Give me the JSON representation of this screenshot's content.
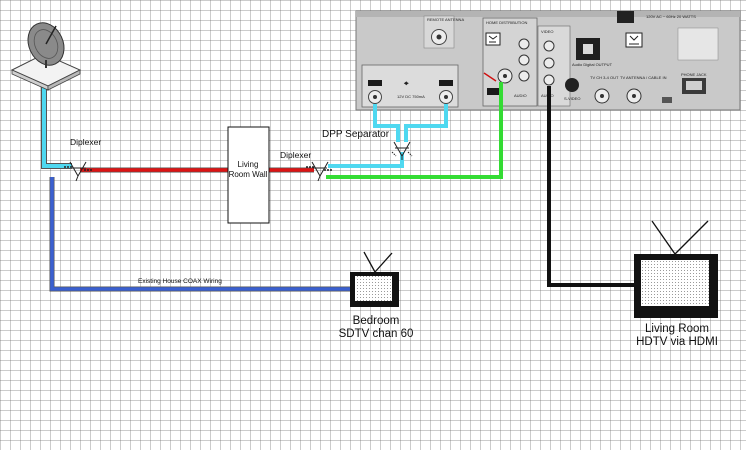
{
  "labels": {
    "diplexer_left": "Diplexer",
    "diplexer_right": "Diplexer",
    "dpp_separator": "DPP Separator",
    "living_room_wall": "Living Room Wall",
    "existing_wiring": "Existing House COAX Wiring",
    "bedroom_tv": [
      "Bedroom",
      "SDTV chan 60"
    ],
    "living_room_tv": [
      "Living Room",
      "HDTV via HDMI"
    ]
  },
  "receiver_panel": {
    "remote_antenna": "REMOTE ANTENNA",
    "home_distribution": "HOME DISTRIBUTION",
    "video": "VIDEO",
    "audio": "AUDIO",
    "s_video": "S-VIDEO",
    "dolby_digital": "Audio Digital OUTPUT",
    "phone_jack": "PHONE JACK",
    "tv_antenna": "TV ANTENNA / CABLE IN",
    "tv_out": "TV CH 3-4 OUT",
    "power": "120V AC ~ 60Hz 20 WATTS",
    "dc_power": "12V DC 750mA"
  },
  "cable_colors": {
    "satellite_line": "#4fd8f0",
    "diplexer_link": "#dc1414",
    "receiver_feed": "#34dc34",
    "house_coax": "#3b60d0",
    "hdmi_cable": "#111111"
  }
}
